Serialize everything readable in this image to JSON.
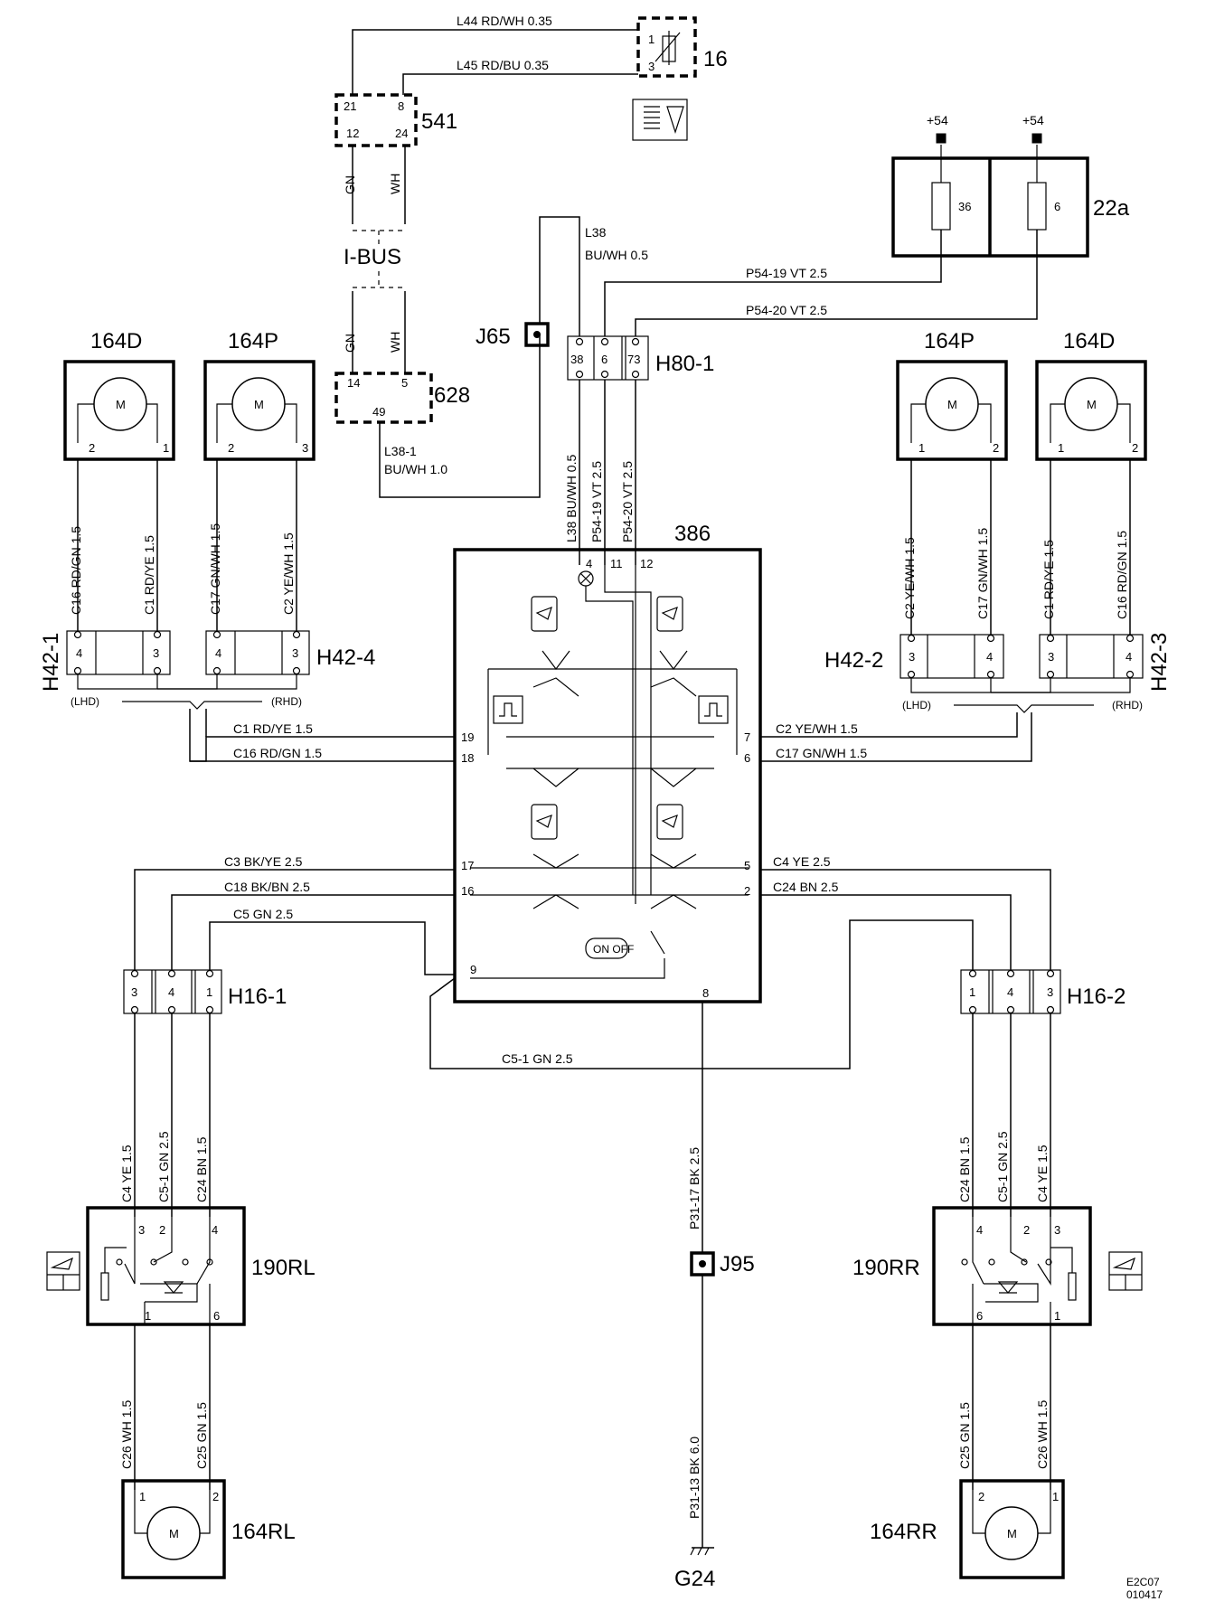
{
  "components": {
    "c16": "16",
    "c541": "541",
    "ibus": "I-BUS",
    "c628": "628",
    "j65": "J65",
    "h80_1": "H80-1",
    "c22a": "22a",
    "plus54_a": "+54",
    "plus54_b": "+54",
    "fuse36": "36",
    "fuse6": "6",
    "c386": "386",
    "m164d_left": "164D",
    "m164p_left": "164P",
    "m164p_right": "164P",
    "m164d_right": "164D",
    "h42_1": "H42-1",
    "h42_4": "H42-4",
    "h42_2": "H42-2",
    "h42_3": "H42-3",
    "h16_1": "H16-1",
    "h16_2": "H16-2",
    "s190rl": "190RL",
    "s190rr": "190RR",
    "j95": "J95",
    "m164rl": "164RL",
    "m164rr": "164RR",
    "g24": "G24",
    "motor_m": "M",
    "lhd": "(LHD)",
    "rhd": "(RHD)",
    "onoff": "ON OFF",
    "doc_code": "E2C07",
    "doc_date": "010417"
  },
  "wires": {
    "l44": "L44  RD/WH  0.35",
    "l45": "L45  RD/BU  0.35",
    "gn": "GN",
    "wh": "WH",
    "l38": "L38",
    "l38_spec": "BU/WH    0.5",
    "p54_19": "P54-19  VT    2.5",
    "p54_20": "P54-20  VT    2.5",
    "l38_1": "L38-1",
    "l38_1_spec": "BU/WH  1.0",
    "v_l38": "L38   BU/WH  0.5",
    "v_p54_19": "P54-19  VT    2.5",
    "v_p54_20": "P54-20  VT    2.5",
    "c16_rdgn": "C16  RD/GN 1.5",
    "c1_rdye": "C1   RD/YE  1.5",
    "c17_gnwh": "C17  GN/WH 1.5",
    "c2_yewh": "C2   YE/WH 1.5",
    "c1_h": "C1   RD/YE   1.5",
    "c16_h": "C16   RD/GN  1.5",
    "c2_h": "C2    YE/WH  1.5",
    "c17_h": "C17   GN/WH  1.5",
    "c3": "C3    BK/YE    2.5",
    "c18": "C18    BK/BN    2.5",
    "c5": "C5    GN    2.5",
    "c4": "C4    YE      2.5",
    "c24": "C24    BN      2.5",
    "c5_1": "C5-1    GN    2.5",
    "v_c4_ye": "C4   YE   1.5",
    "v_c5_1": "C5-1  GN   2.5",
    "v_c24_bn": "C24  BN   1.5",
    "v_c26_wh": "C26  WH   1.5",
    "v_c25_gn": "C25  GN   1.5",
    "v_p31_17": "P31-17  BK    2.5",
    "v_p31_13": "P31-13  BK    6.0"
  },
  "pins": {
    "p1": "1",
    "p2": "2",
    "p3": "3",
    "p4": "4",
    "p5": "5",
    "p6": "6",
    "p7": "7",
    "p8": "8",
    "p9": "9",
    "p11": "11",
    "p12": "12",
    "p12b": "12",
    "p14": "14",
    "p16": "16",
    "p17": "17",
    "p18": "18",
    "p19": "19",
    "p21": "21",
    "p24": "24",
    "p38": "38",
    "p49": "49",
    "p73": "73"
  }
}
